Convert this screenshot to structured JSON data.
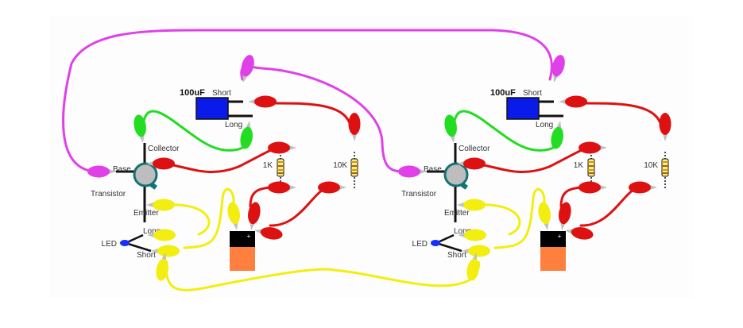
{
  "diagram": {
    "title": "Two-transistor LED flasher wiring (astable multivibrator)",
    "colors": {
      "background": "#fdfdfd",
      "wire_magenta": "#e040e8",
      "wire_green": "#22dd22",
      "wire_red": "#dd1111",
      "wire_yellow": "#f2ee10",
      "clip_metal": "#c0c0c0",
      "capacitor": "#0a1ae8",
      "transistor_body": "#bdbdbd",
      "transistor_ring": "#137373",
      "battery_top": "#000000",
      "battery_body": "#ff7f3f",
      "led": "#1530ff",
      "resistor_body": "#f8ec9a"
    },
    "stages": [
      {
        "capacitor_label": "100uF",
        "cap_short_label": "Short",
        "cap_long_label": "Long",
        "collector_label": "Collector",
        "base_label": "Base",
        "transistor_label": "Transistor",
        "emitter_label": "Emitter",
        "resistor1_label": "1K",
        "resistor2_label": "10K",
        "led_label": "LED",
        "led_long_label": "Long",
        "led_short_label": "Short",
        "battery_plus": "+"
      },
      {
        "capacitor_label": "100uF",
        "cap_short_label": "Short",
        "cap_long_label": "Long",
        "collector_label": "Collector",
        "base_label": "Base",
        "transistor_label": "Transistor",
        "emitter_label": "Emitter",
        "resistor1_label": "1K",
        "resistor2_label": "10K",
        "led_label": "LED",
        "led_long_label": "Long",
        "led_short_label": "Short",
        "battery_plus": "+"
      }
    ]
  }
}
